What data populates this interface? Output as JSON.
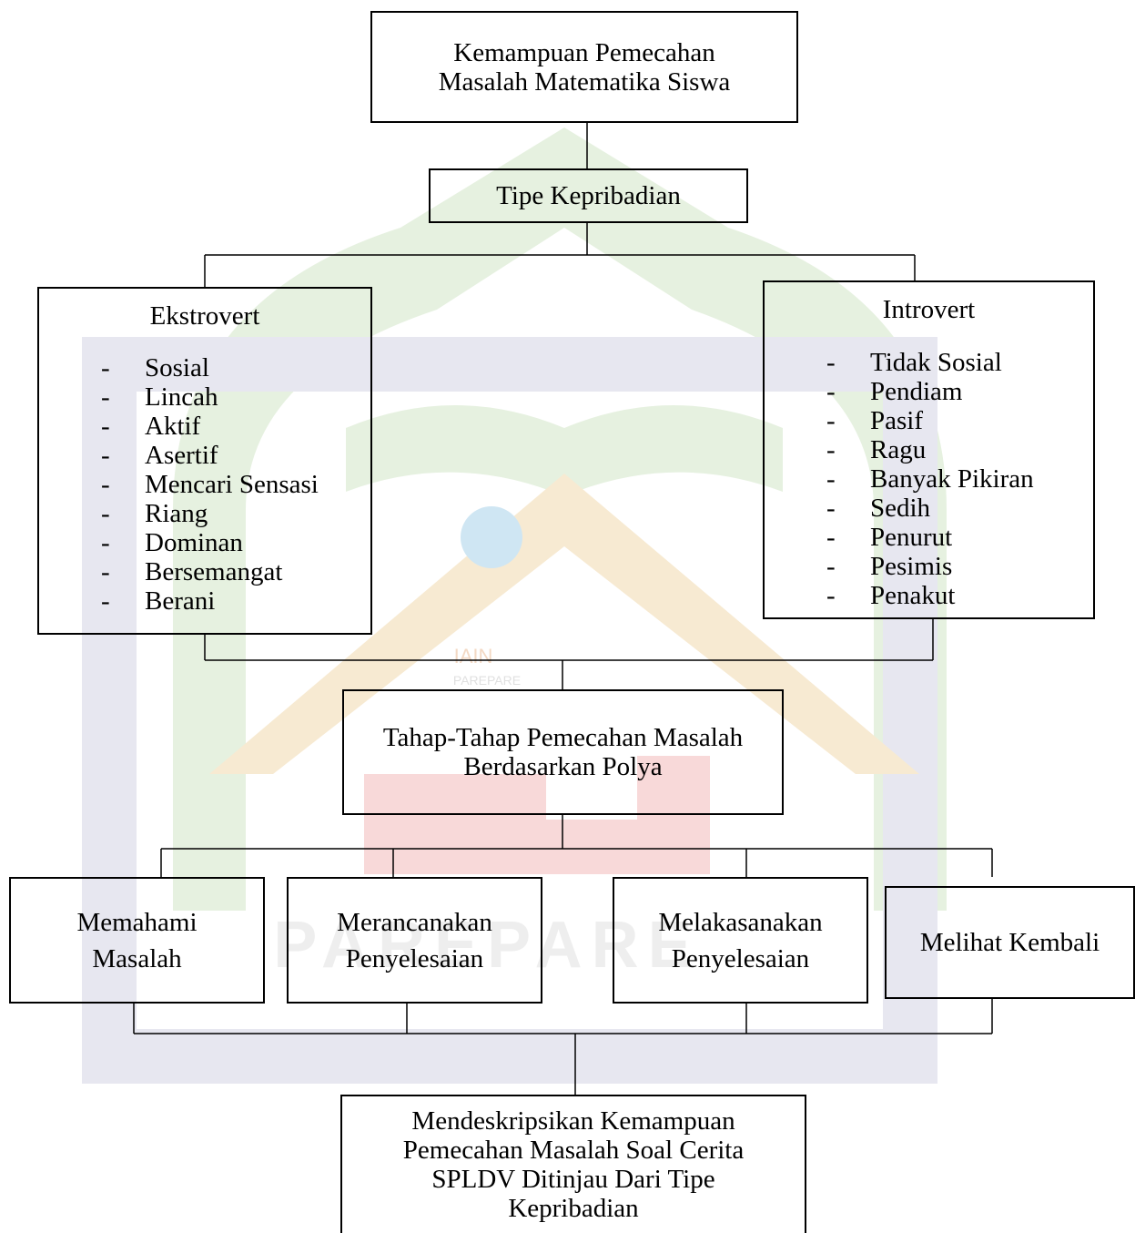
{
  "watermark": {
    "text": "PAREPARE",
    "small_text": "PAREPARE",
    "logo_text": "IAIN",
    "colors": {
      "green": "#e6f1e0",
      "blue": "#e7e7f0",
      "red": "#f8d9d9",
      "gold": "#f7ead2"
    }
  },
  "diagram": {
    "top": {
      "lines": [
        "Kemampuan Pemecahan",
        "Masalah Matematika Siswa"
      ]
    },
    "personality": {
      "label": "Tipe Kepribadian"
    },
    "extrovert": {
      "title": "Ekstrovert",
      "items": [
        "Sosial",
        "Lincah",
        "Aktif",
        "Asertif",
        "Mencari Sensasi",
        "Riang",
        "Dominan",
        "Bersemangat",
        "Berani"
      ]
    },
    "introvert": {
      "title": "Introvert",
      "items": [
        "Tidak Sosial",
        "Pendiam",
        "Pasif",
        "Ragu",
        "Banyak Pikiran",
        "Sedih",
        "Penurut",
        "Pesimis",
        "Penakut"
      ]
    },
    "bullet": "-",
    "polya": {
      "lines": [
        "Tahap-Tahap Pemecahan Masalah",
        "Berdasarkan Polya"
      ]
    },
    "steps": {
      "understand": {
        "lines": [
          "Memahami",
          "Masalah"
        ]
      },
      "plan": {
        "lines": [
          "Merancanakan",
          "Penyelesaian"
        ]
      },
      "execute": {
        "lines": [
          "Melakasanakan",
          "Penyelesaian"
        ]
      },
      "review": {
        "lines": [
          "Melihat Kembali"
        ]
      }
    },
    "result": {
      "lines": [
        "Mendeskripsikan Kemampuan",
        "Pemecahan Masalah Soal Cerita",
        "SPLDV Ditinjau Dari Tipe",
        "Kepribadian"
      ]
    }
  }
}
